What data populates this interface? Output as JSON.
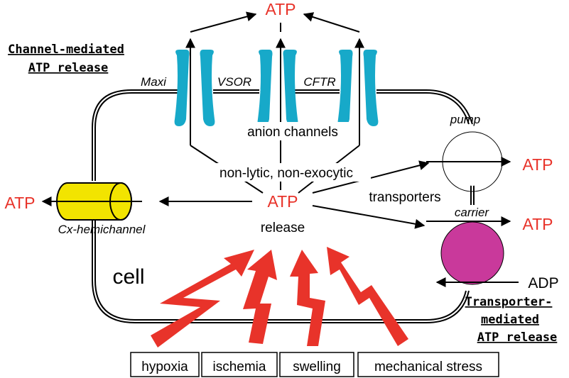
{
  "labels": {
    "atp_top": "ATP",
    "atp_left": "ATP",
    "atp_pump": "ATP",
    "atp_carrier": "ATP",
    "atp_center": "ATP",
    "release": "release",
    "channel_mediated_line1": "Channel-mediated",
    "channel_mediated_line2": "ATP release",
    "maxi": "Maxi",
    "vsor": "VSOR",
    "cftr": "CFTR",
    "anion_channels": "anion channels",
    "non_lytic": "non-lytic, non-exocytic",
    "transporters": "transporters",
    "pump": "pump",
    "carrier": "carrier",
    "cx_hemichannel": "Cx-hemichannel",
    "cell": "cell",
    "adp": "ADP",
    "transporter_mediated_line1": "Transporter-",
    "transporter_mediated_line2": "mediated",
    "transporter_mediated_line3": "ATP release"
  },
  "stimuli": [
    "hypoxia",
    "ischemia",
    "swelling",
    "mechanical stress"
  ],
  "colors": {
    "atp_red": "#e8332a",
    "channel_cyan": "#17a9c9",
    "hemichannel_yellow": "#f2e400",
    "transporter_magenta": "#c9399b",
    "arrow_red": "#e8332a",
    "line": "#000000"
  }
}
